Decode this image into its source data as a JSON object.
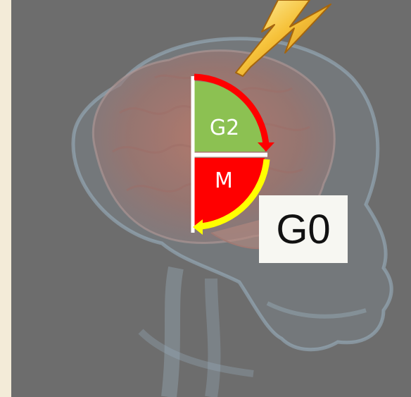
{
  "diagram": {
    "phases": {
      "g2": "G2",
      "m": "M",
      "g0": "G0"
    },
    "icons": [
      "brain-icon",
      "skull-icon",
      "lightning-bolt-icon",
      "cell-cycle-arrow-icon"
    ],
    "colors": {
      "background": "#6d6d6d",
      "page_border": "#f3ebd8",
      "g2_sector": "#8cc152",
      "m_sector": "#ff0000",
      "arrow_red": "#ff0000",
      "arrow_yellow": "#ffff00",
      "g0_box": "#f7f7f2",
      "lightning": "#f2b01e"
    }
  }
}
